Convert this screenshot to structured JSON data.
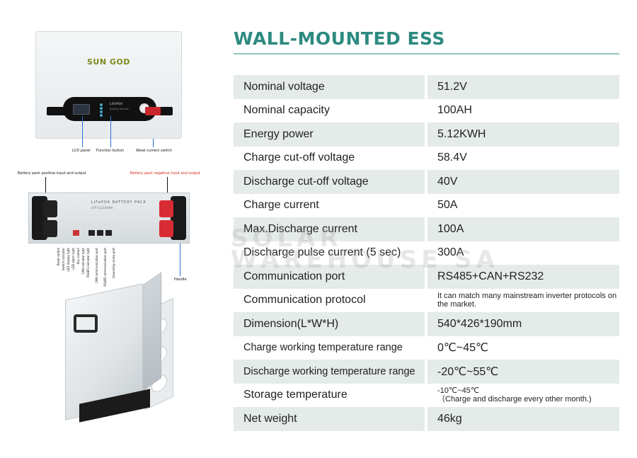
{
  "page": {
    "title": "WALL-MOUNTED ESS",
    "accent_color": "#2d8a80",
    "row_shade_color": "#e4ebe8",
    "watermark": [
      "SOLAR",
      "WAREHOUSE SA"
    ]
  },
  "illustration": {
    "brand": "SUN GOD",
    "panel_text": "LiFePO4",
    "panel_subtext": "Battery Module",
    "callouts": {
      "lcd": "LCD panel",
      "function_button": "Function button",
      "switch": "Weak current switch",
      "positive": "Battery pack positive input and output",
      "negative": "Battery pack negative input and output",
      "handle": "Handle"
    },
    "rack_title": "LiFePO4  BATTERY  PACK",
    "rack_subtitle": "LFP-512100WH",
    "ports": [
      "Reset switch",
      "Switch indicator",
      "LED display light",
      "LED alarm light",
      "Dry contact",
      "CAN indicator light",
      "RS485 indicator light",
      "CAN communication port",
      "RS485 communication port",
      "Grounding screw port"
    ]
  },
  "specs": [
    {
      "label": "Nominal voltage",
      "value": "51.2V"
    },
    {
      "label": "Nominal capacity",
      "value": "100AH"
    },
    {
      "label": "Energy power",
      "value": "5.12KWH"
    },
    {
      "label": "Charge cut-off voltage",
      "value": "58.4V"
    },
    {
      "label": "Discharge cut-off voltage",
      "value": "40V"
    },
    {
      "label": "Charge current",
      "value": "50A"
    },
    {
      "label": "Max.Discharge current",
      "value": "100A"
    },
    {
      "label": "Discharge pulse current (5 sec)",
      "value": "300A"
    },
    {
      "label": "Communication port",
      "value": "RS485+CAN+RS232"
    },
    {
      "label": "Communication protocol",
      "value": "It can match many mainstream inverter protocols on the market."
    },
    {
      "label": "Dimension(L*W*H)",
      "value": "540*426*190mm"
    },
    {
      "label": "Charge working temperature range",
      "value": "0℃~45℃"
    },
    {
      "label": "Discharge working temperature range",
      "value": "-20℃~55℃"
    },
    {
      "label": "Storage temperature",
      "value": "-10℃~45℃",
      "note": "（Charge and discharge every other month.)"
    },
    {
      "label": "Net weight",
      "value": "46kg"
    }
  ]
}
